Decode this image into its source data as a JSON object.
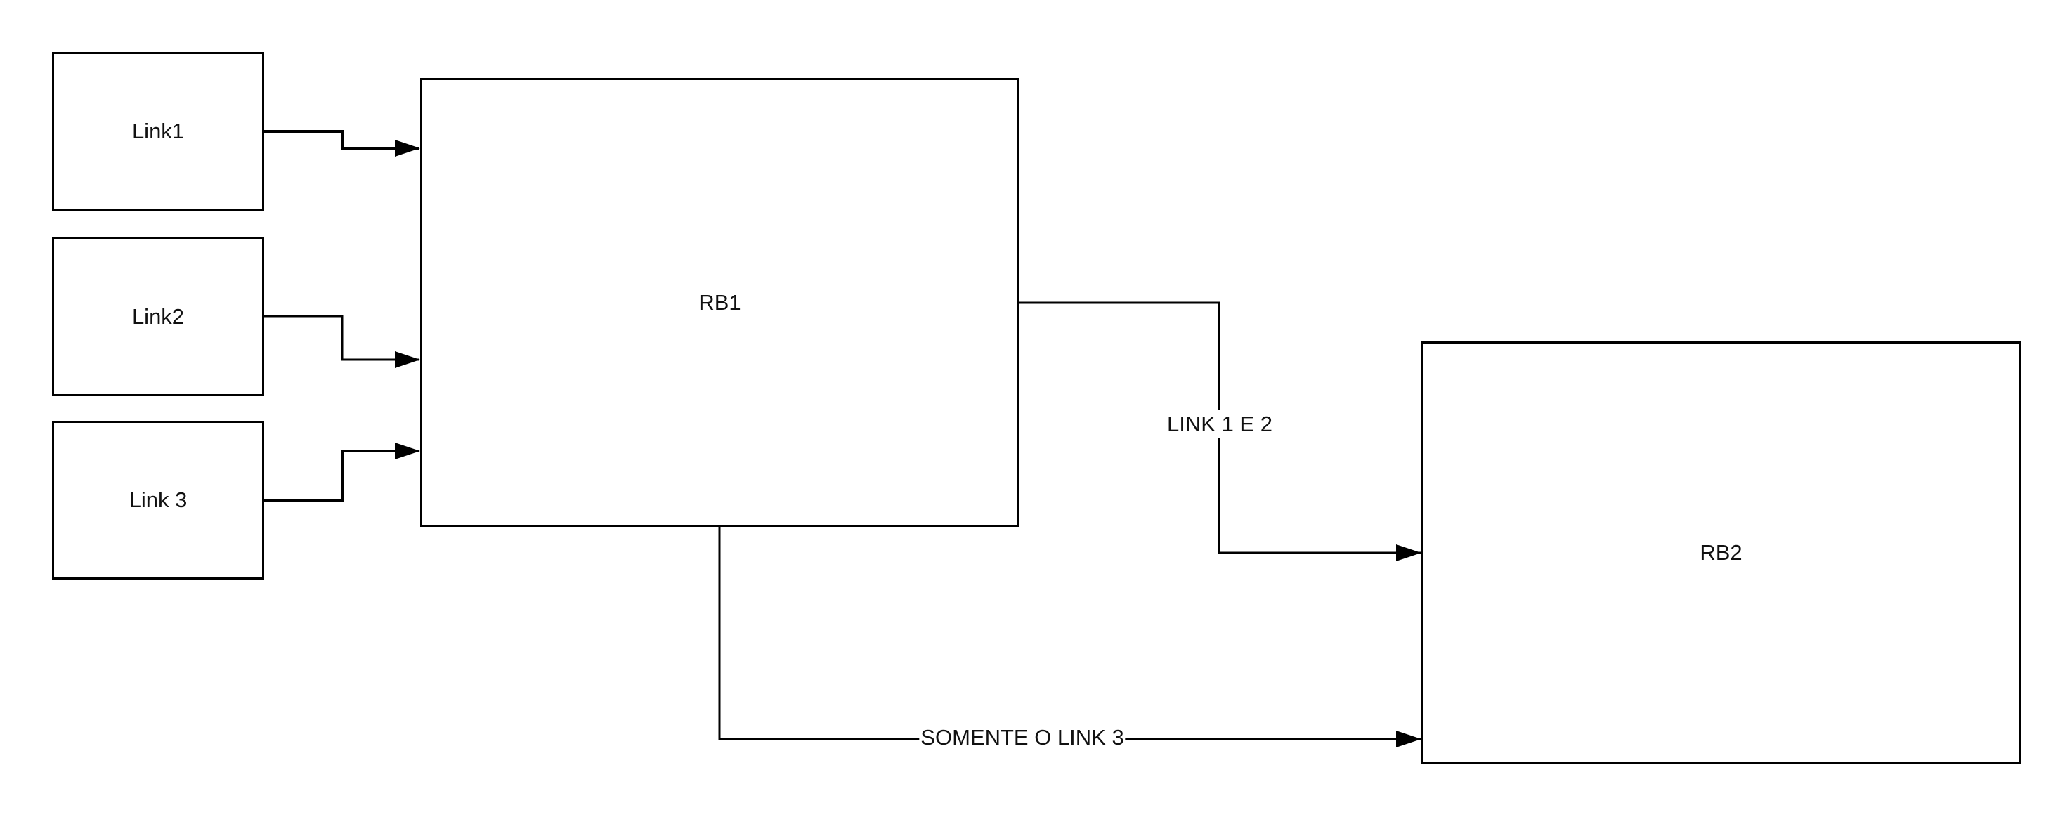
{
  "diagram": {
    "nodes": [
      {
        "id": "link1",
        "label": "Link1"
      },
      {
        "id": "link2",
        "label": "Link2"
      },
      {
        "id": "link3",
        "label": "Link 3"
      },
      {
        "id": "rb1",
        "label": "RB1"
      },
      {
        "id": "rb2",
        "label": "RB2"
      }
    ],
    "edges": [
      {
        "from": "link1",
        "to": "rb1",
        "label": ""
      },
      {
        "from": "link2",
        "to": "rb1",
        "label": ""
      },
      {
        "from": "link3",
        "to": "rb1",
        "label": ""
      },
      {
        "from": "rb1",
        "to": "rb2",
        "label": "LINK 1 E 2"
      },
      {
        "from": "rb1",
        "to": "rb2",
        "label": "SOMENTE O LINK 3"
      }
    ],
    "stroke_color": "#000000",
    "background_color": "#ffffff"
  }
}
